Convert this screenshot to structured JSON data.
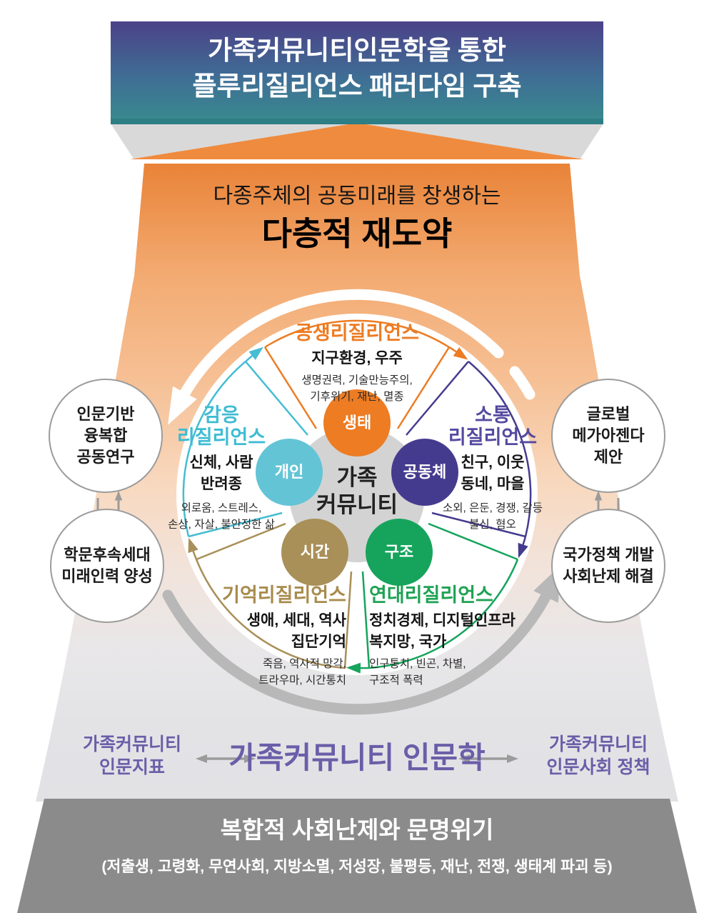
{
  "banner": {
    "line1": "가족커뮤니티인문학을 통한",
    "line2": "플루리질리언스 패러다임 구축"
  },
  "subheader": {
    "line1": "다종주체의 공동미래를 창생하는",
    "line2": "다층적 재도약"
  },
  "hub": {
    "line1": "가족",
    "line2": "커뮤니티"
  },
  "segments": [
    {
      "title": "공생리질리언스",
      "node": "생태",
      "color": "#ED7C23",
      "keywords": [
        "지구환경, 우주"
      ],
      "issues": [
        "생명권력, 기술만능주의,",
        "기후위기, 재난, 멸종"
      ]
    },
    {
      "title": "소통 리질리언스",
      "title_lines": [
        "소통",
        "리질리언스"
      ],
      "node": "공동체",
      "color": "#453B8E",
      "keywords": [
        "친구, 이웃",
        "동네, 마을"
      ],
      "issues": [
        "소외, 은둔, 경쟁, 갈등",
        "불신, 혐오"
      ]
    },
    {
      "title": "연대리질리언스",
      "node": "구조",
      "color": "#16A45C",
      "keywords": [
        "정치경제, 디지털인프라",
        "복지망, 국가"
      ],
      "issues": [
        "인구통치, 빈곤, 차별,",
        "구조적 폭력"
      ]
    },
    {
      "title": "기억리질리언스",
      "node": "시간",
      "color": "#A98F58",
      "keywords": [
        "생애, 세대, 역사",
        "집단기억"
      ],
      "issues": [
        "죽음, 역사적 망각,",
        "트라우마, 시간통치"
      ]
    },
    {
      "title": "감응 리질리언스",
      "title_lines": [
        "감응",
        "리질리언스"
      ],
      "node": "개인",
      "color": "#63C4D6",
      "keywords": [
        "신체, 사람",
        "반려종"
      ],
      "issues": [
        "외로움, 스트레스,",
        "손상, 자살, 불안정한 삶"
      ]
    }
  ],
  "outcomes": [
    {
      "lines": [
        "인문기반",
        "융복합",
        "공동연구"
      ]
    },
    {
      "lines": [
        "학문후속세대",
        "미래인력 양성"
      ]
    },
    {
      "lines": [
        "글로벌",
        "메가아젠다",
        "제안"
      ]
    },
    {
      "lines": [
        "국가정책 개발",
        "사회난제 해결"
      ]
    }
  ],
  "bridge": {
    "left_lines": [
      "가족커뮤니티",
      "인문지표"
    ],
    "center": "가족커뮤니티 인문학",
    "right_lines": [
      "가족커뮤니티",
      "인문사회 정책"
    ]
  },
  "footer": {
    "title": "복합적 사회난제와 문명위기",
    "subtitle": "(저출생, 고령화, 무연사회, 지방소멸, 저성장, 불평등, 재난, 전쟁, 생태계 파괴 등)"
  },
  "colors": {
    "banner_top": "#4B4288",
    "banner_bottom": "#398B8E",
    "banner_strip": "#2D7E85",
    "orange_box": "#E98338",
    "funnel_light": "#E2E2E5",
    "footer_gray": "#8B8B8B",
    "bridge_purple": "#6A5EA8",
    "hub_gray": "#D3D3D3",
    "arc_white": "#FFFFFF",
    "arc_gray": "#B8B8B8"
  }
}
